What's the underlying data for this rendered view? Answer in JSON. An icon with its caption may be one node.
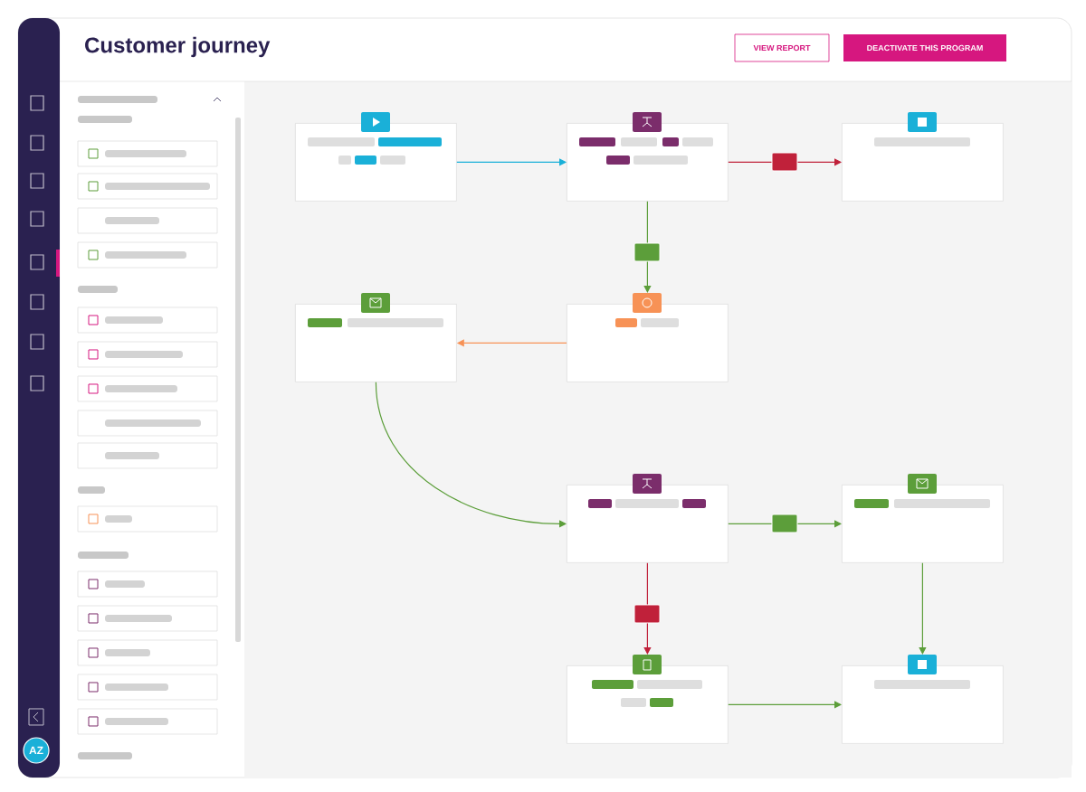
{
  "diagram": {
    "title": "Customer journey",
    "nodes": [
      {
        "text": [],
        "shape": "box"
      },
      {
        "text": [],
        "shape": "box"
      },
      {
        "text": [],
        "shape": "box"
      },
      {
        "text": [],
        "shape": "box"
      },
      {
        "text": [],
        "shape": "box"
      },
      {
        "text": [],
        "shape": "box"
      },
      {
        "text": [],
        "shape": "box"
      },
      {
        "text": [],
        "shape": "box"
      },
      {
        "text": [],
        "shape": "box"
      }
    ],
    "edges": [
      {
        "from": 0,
        "to": 1,
        "arrow": "to",
        "color": "#1ab0d8"
      },
      {
        "from": 1,
        "to": 2,
        "arrow": "to",
        "color": "#c0213a"
      },
      {
        "from": 1,
        "to": 4,
        "arrow": "to"
      },
      {
        "from": 4,
        "to": 3,
        "arrow": "to",
        "color": "#f79256"
      },
      {
        "from": 3,
        "to": 5,
        "arrow": "to"
      },
      {
        "from": 5,
        "to": 6,
        "arrow": "to"
      },
      {
        "from": 5,
        "to": 7,
        "arrow": "to",
        "color": "#c0213a"
      },
      {
        "from": 6,
        "to": 8,
        "arrow": "to"
      },
      {
        "from": 7,
        "to": 8,
        "arrow": "to"
      }
    ],
    "labels": [
      "VIEW REPORT",
      "DEACTIVATE THIS PROGRAM",
      "AZ"
    ]
  }
}
